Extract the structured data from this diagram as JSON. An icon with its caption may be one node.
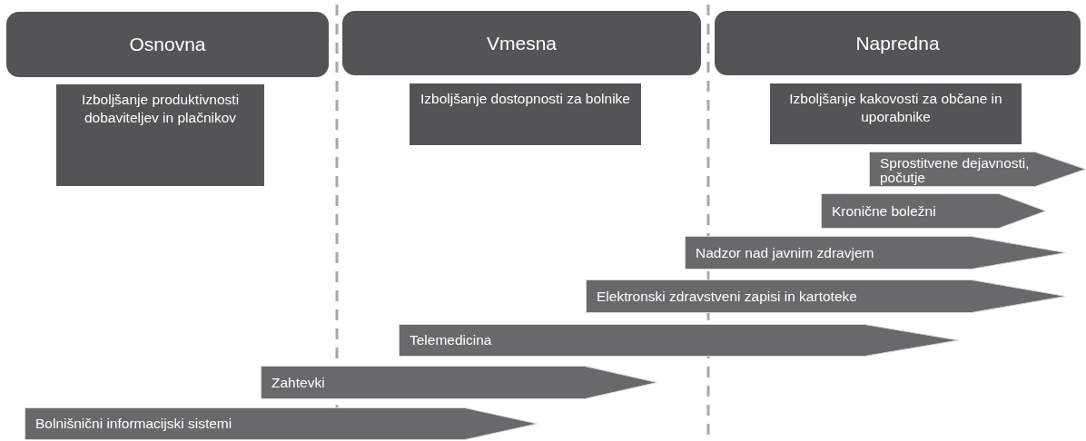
{
  "diagram": {
    "nodes": [
      {
        "text": [
          "Osnovna"
        ]
      },
      {
        "text": [
          "Vmesna"
        ]
      },
      {
        "text": [
          "Napredna"
        ]
      },
      {
        "text": [
          "Izboljšanje produktivnosti dobaviteljev in plačnikov"
        ]
      },
      {
        "text": [
          "Izboljšanje dostopnosti za bolnike"
        ]
      },
      {
        "text": [
          "Izboljšanje kakovosti za občane in uporabnike"
        ]
      },
      {
        "text": [
          "Sprostitvene dejavnosti, počutje"
        ]
      },
      {
        "text": [
          "Kronične boležni"
        ]
      },
      {
        "text": [
          "Nadzor nad javnim zdravjem"
        ]
      },
      {
        "text": [
          "Elektronski zdravstveni zapisi in kartoteke"
        ]
      },
      {
        "text": [
          "Telemedicina"
        ]
      },
      {
        "text": [
          "Zahtevki"
        ]
      },
      {
        "text": [
          "Bolnišnični informacijski sistemi"
        ]
      }
    ]
  }
}
